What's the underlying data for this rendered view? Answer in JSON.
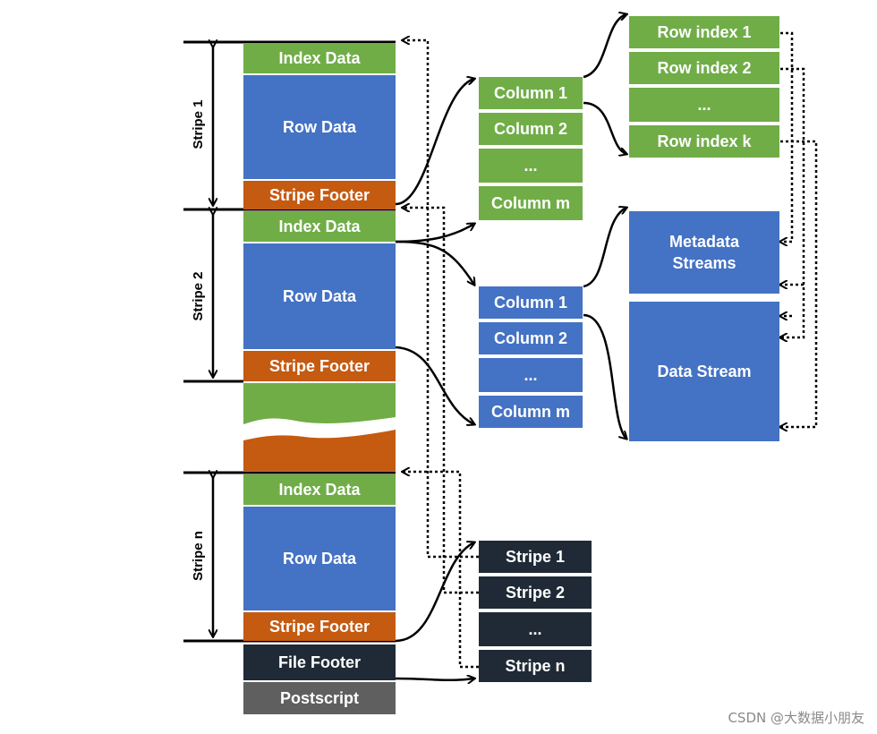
{
  "stripe_labels": [
    "Stripe 1",
    "Stripe 2",
    "Stripe n"
  ],
  "file": {
    "index_data": "Index Data",
    "row_data": "Row Data",
    "stripe_footer": "Stripe Footer",
    "file_footer": "File Footer",
    "postscript": "Postscript"
  },
  "index_columns": [
    "Column 1",
    "Column 2",
    "...",
    "Column m"
  ],
  "row_indexes": [
    "Row index 1",
    "Row index 2",
    "...",
    "Row index k"
  ],
  "data_columns": [
    "Column 1",
    "Column 2",
    "...",
    "Column m"
  ],
  "streams": {
    "metadata": "Metadata Streams",
    "data": "Data Stream"
  },
  "footer_stripes": [
    "Stripe 1",
    "Stripe 2",
    "...",
    "Stripe n"
  ],
  "watermark": "CSDN @大数据小朋友",
  "colors": {
    "green": "#70ad47",
    "blue": "#4472c4",
    "orange": "#c55a11",
    "dark": "#1f2a36",
    "gray": "#5f5f5f"
  }
}
